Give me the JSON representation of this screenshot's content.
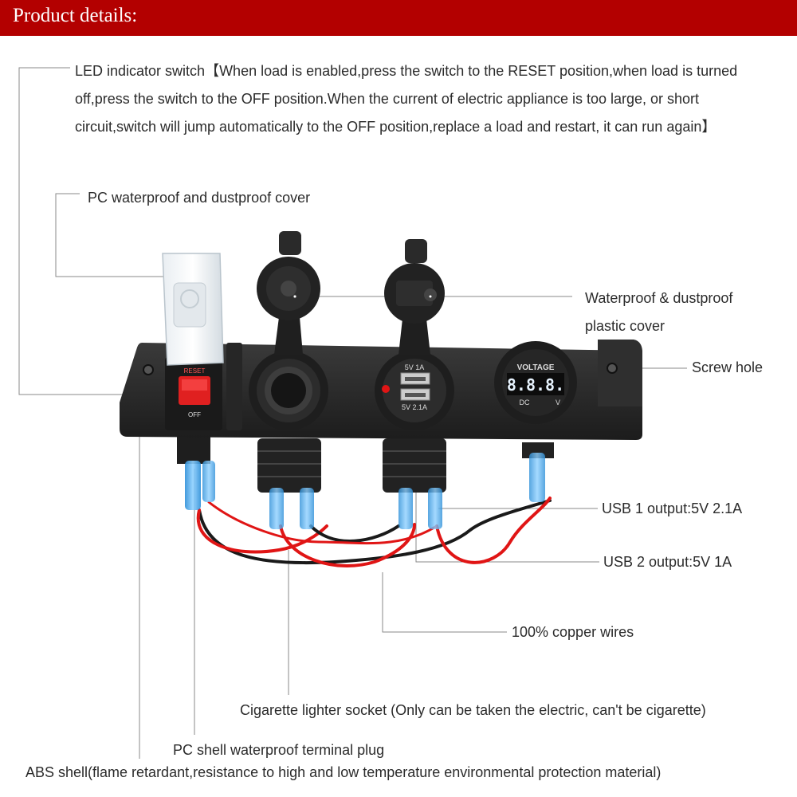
{
  "header": {
    "title": "Product details:"
  },
  "labels": {
    "led_switch": "LED indicator switch【When load is enabled,press the switch to the RESET position,when load is turned off,press the switch to the OFF position.When the current of electric appliance is too large, or short circuit,switch will jump automatically to the OFF position,replace a load and restart, it can run again】",
    "pc_cover": "PC waterproof and dustproof cover",
    "plastic_cover_line1": "Waterproof & dustproof",
    "plastic_cover_line2": "plastic cover",
    "screw_hole": "Screw hole",
    "usb1": "USB 1 output:5V 2.1A",
    "usb2": "USB 2 output:5V 1A",
    "copper": "100% copper wires",
    "cig_socket": "Cigarette lighter socket (Only can be taken the electric, can't be cigarette)",
    "terminal_plug": "PC shell waterproof terminal plug",
    "abs_shell": "ABS shell(flame retardant,resistance to high and low temperature environmental protection material)"
  },
  "product": {
    "switch_reset": "RESET",
    "switch_off": "OFF",
    "usb_top": "5V    1A",
    "usb_bottom": "5V   2.1A",
    "voltmeter_title": "VOLTAGE",
    "voltmeter_digits": "8.8.8.",
    "voltmeter_dc": "DC",
    "voltmeter_v": "V"
  },
  "colors": {
    "header": "#b30000",
    "panel": "#2a2a2a",
    "red_wire": "#e01515",
    "black_wire": "#1a1a1a",
    "terminal_blue": "#4aa8e8",
    "led_digits": "#e8f4ff"
  }
}
